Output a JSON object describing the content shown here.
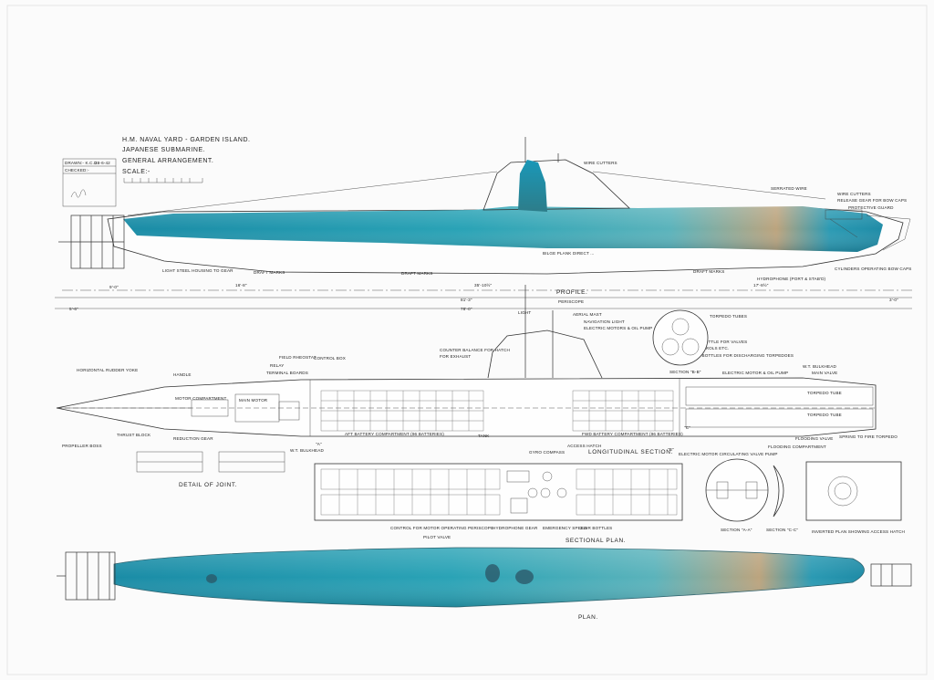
{
  "title_block": {
    "line1": "H.M. NAVAL YARD - GARDEN ISLAND.",
    "line2": "JAPANESE SUBMARINE.",
    "line3": "GENERAL ARRANGEMENT.",
    "scale": "SCALE:-"
  },
  "stamp": {
    "row1": "DRAWN:- K.C.D.",
    "row1b": "28-6-42",
    "row2": "CHECKED:-"
  },
  "views": {
    "profile": "PROFILE.",
    "longitudinal": "LONGITUDINAL SECTION.",
    "sectional_plan": "SECTIONAL PLAN.",
    "plan": "PLAN.",
    "detail_joint": "DETAIL OF JOINT.",
    "section_bb": "SECTION \"B-B\"",
    "section_aa": "SECTION \"A-A\"",
    "section_cc": "SECTION \"C-C\"",
    "inverted_plan": "INVERTED PLAN SHOWING ACCESS HATCH"
  },
  "dimensions": {
    "d1": "9'-0\"",
    "d2": "16'-8\"",
    "d3": "35'-10½\"",
    "d4": "17'-8½\"",
    "d5": "81'-3\"",
    "d6": "78'-0\"",
    "d7": "5'-6\"",
    "d8": "3'-0\""
  },
  "labels": {
    "wire_cutters_top": "WIRE CUTTERS",
    "serrated_wire": "SERRATED WIRE",
    "wire_cutters_bow": "WIRE CUTTERS",
    "release_gear": "RELEASE GEAR FOR BOW CAPS",
    "protective_guard": "PROTECTIVE GUARD",
    "bilge_plank": "BILGE PLANK DIRECT ...",
    "light_steel": "LIGHT STEEL HOUSING TO GEAR",
    "draft_marks_1": "DRAFT MARKS",
    "draft_marks_2": "DRAFT MARKS",
    "draft_marks_3": "DRAFT MARKS",
    "hydrophone_port": "HYDROPHONE (PORT & STAB'D)",
    "cylinders_bow": "CYLINDERS OPERATING BOW CAPS",
    "periscope": "PERISCOPE",
    "light": "LIGHT",
    "aerial_mast": "AERIAL MAST",
    "nav_light": "NAVIGATION LIGHT",
    "electric_motors": "ELECTRIC MOTORS & OIL PUMP",
    "torpedo_tubes": "TORPEDO TUBES",
    "counter_balance": "COUNTER BALANCE FOR HATCH",
    "horizontal_rudder": "HORIZONTAL RUDDER YOKE",
    "field_rheostat": "FIELD RHEOSTAT",
    "control_box": "CONTROL BOX",
    "relay": "RELAY",
    "terminal_boards": "TERMINAL BOARDS",
    "handle": "HANDLE",
    "motor_compartment": "MOTOR COMPARTMENT",
    "main_motor": "MAIN MOTOR",
    "air_bottle_1": "AIR BOTTLE FOR VALVES",
    "controls_etc": "CONTROLS ETC.",
    "air_bottles_disch": "AIR BOTTLES FOR DISCHARGING TORPEDOES",
    "section_bb_ref": "SECTION \"B-B\"",
    "electric_motor_pump": "ELECTRIC MOTOR & OIL PUMP",
    "wt_bulkhead": "W.T. BULKHEAD",
    "main_valve": "MAIN VALVE",
    "torpedo_tube_1": "TORPEDO TUBE",
    "torpedo_tube_2": "TORPEDO TUBE",
    "aft_battery": "AFT BATTERY COMPARTMENT (96 BATTERIES)",
    "fwd_battery": "FWD BATTERY COMPARTMENT (96 BATTERIES)",
    "tank": "TANK",
    "wt_bulkhead_2": "W.T. BULKHEAD",
    "flooding_valve": "FLOODING VALVE",
    "flooding_compartment": "FLOODING COMPARTMENT",
    "spring_to_firing": "SPRING TO FIRE TORPEDO",
    "propeller_info": "PROPELLER BOSS",
    "thrust_block": "THRUST BLOCK",
    "reduction_gear": "REDUCTION GEAR",
    "access_hatch": "ACCESS HATCH",
    "gyro_compass": "GYRO COMPASS",
    "electric_motor_vent": "ELECTRIC MOTOR CIRCULATING VALVE PUMP",
    "sectional_note1": "CONTROL FOR MOTOR OPERATING PERISCOPE",
    "sectional_note2": "HYDROPHONE GEAR",
    "sectional_note3": "EMERGENCY SPEED",
    "sectional_note4": "3 AIR BOTTLES",
    "for_exhaust": "FOR EXHAUST",
    "pilot_valve": "PILOT VALVE",
    "ref_a": "\"A\"",
    "ref_c": "\"C\"",
    "ref_b": "\"B\""
  },
  "colors": {
    "hull_dark": "#1d8fa8",
    "hull_mid": "#2fa6b7",
    "hull_light": "#73bcc0",
    "hull_warm": "#c49a6a",
    "paper": "#fbfbfb",
    "ink": "#222222"
  }
}
